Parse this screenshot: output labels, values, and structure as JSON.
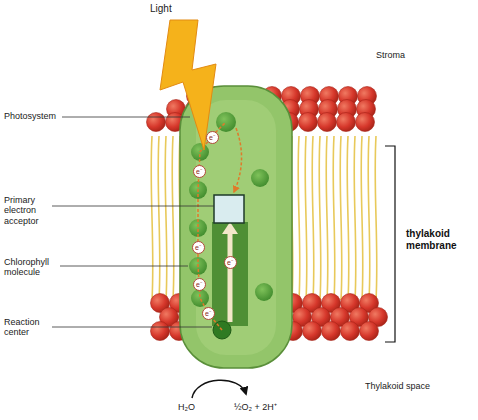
{
  "diagram": {
    "nodes": [
      {
        "text": [
          "e⁻"
        ]
      },
      {
        "text": [
          "e⁻"
        ]
      },
      {
        "text": [
          "e⁻"
        ]
      },
      {
        "text": [
          "e⁻"
        ]
      },
      {
        "text": [
          "e⁻"
        ]
      },
      {
        "text": [
          "e⁻"
        ]
      }
    ],
    "labels": [
      "Light",
      "Stroma",
      "Photosystem",
      "Primary electron acceptor",
      "Chlorophyll molecule",
      "Reaction center",
      "thylakoid membrane",
      "Thylakoid space",
      "H₂O",
      "½O₂ + 2H⁺"
    ]
  }
}
